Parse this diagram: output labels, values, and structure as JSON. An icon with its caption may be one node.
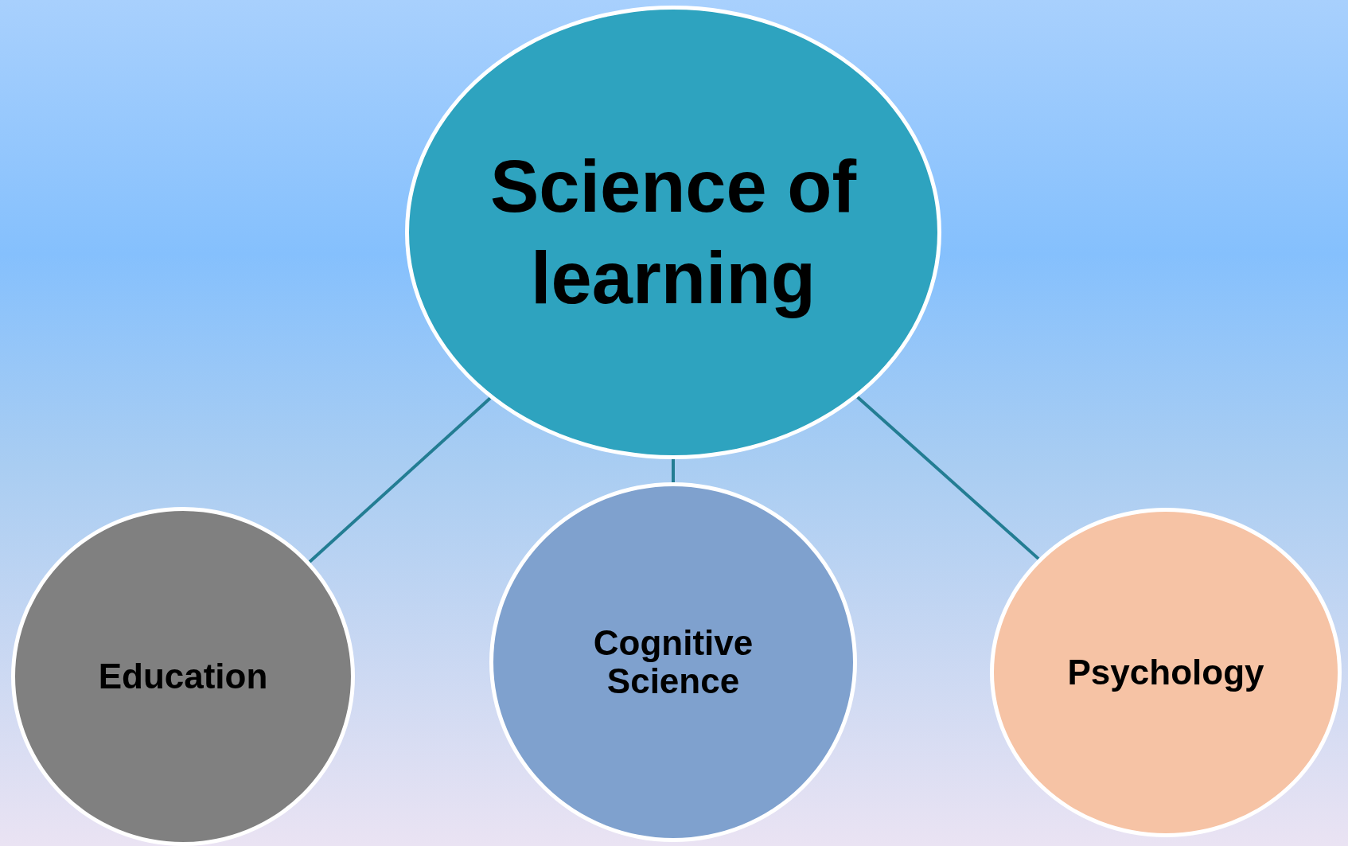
{
  "diagram": {
    "nodes": [
      {
        "text": [
          "Science of learning"
        ]
      },
      {
        "text": [
          "Education"
        ]
      },
      {
        "text": [
          "Cognitive Science"
        ]
      },
      {
        "text": [
          "Psychology"
        ]
      }
    ],
    "edges": [
      {
        "from": 0,
        "to": 1,
        "arrow": "none"
      },
      {
        "from": 0,
        "to": 2,
        "arrow": "none"
      },
      {
        "from": 0,
        "to": 3,
        "arrow": "none"
      }
    ]
  }
}
